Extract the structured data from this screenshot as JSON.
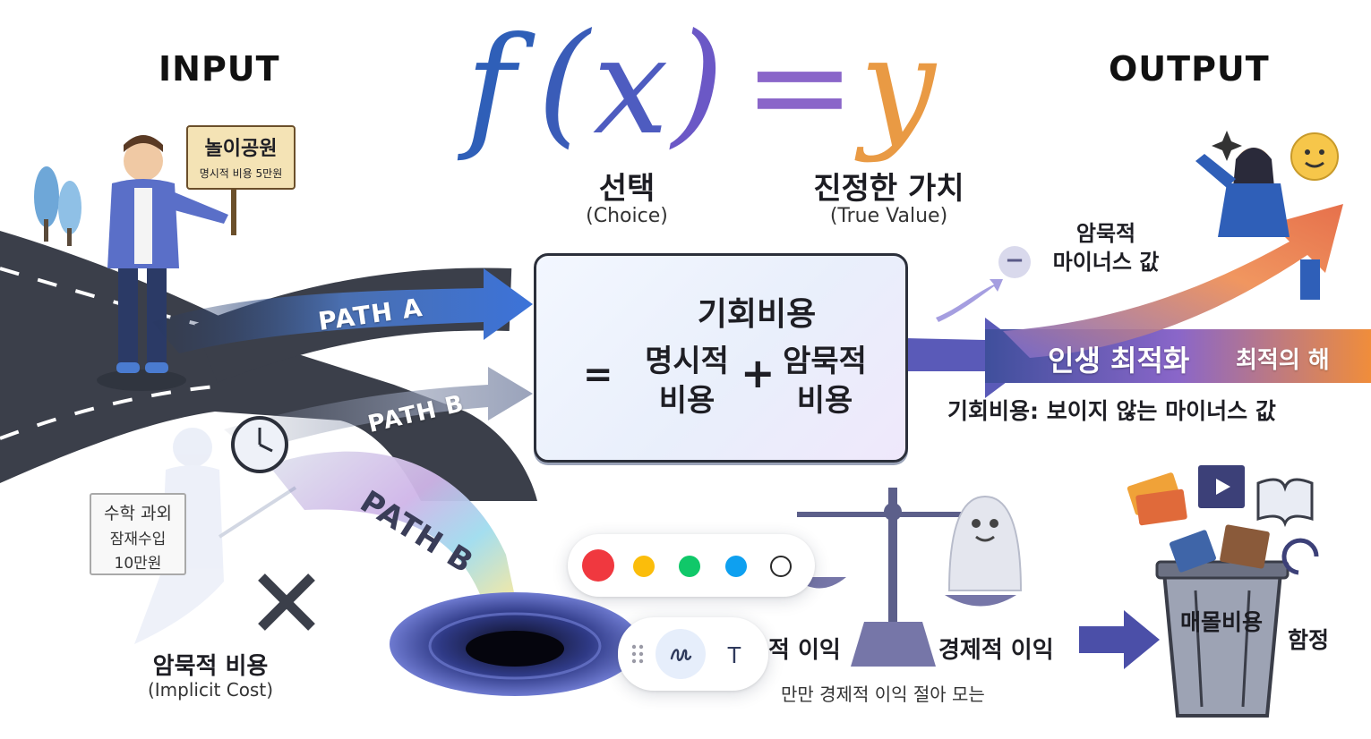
{
  "header": {
    "input": "INPUT",
    "output": "OUTPUT",
    "formula": {
      "f": "f",
      "lparen": "(",
      "x": "x",
      "rparen": ")",
      "eq": "=",
      "y": "y"
    },
    "choice_ko": "선택",
    "choice_en": "(Choice)",
    "value_ko": "진정한 가치",
    "value_en": "(True Value)"
  },
  "left": {
    "sign_title": "놀이공원",
    "sign_sub": "명시적 비용 5만원",
    "tutor_note": [
      "수학 과외",
      "잠재수입",
      "10만원"
    ],
    "implicit_ko": "암묵적 비용",
    "implicit_en": "(Implicit Cost)",
    "path_a": "PATH A",
    "path_b_upper": "PATH B",
    "path_b_lower": "PATH B"
  },
  "center": {
    "title": "기회비용",
    "equals": "=",
    "term1": [
      "명시적",
      "비용"
    ],
    "plus": "+",
    "term2": [
      "암묵적",
      "비용"
    ]
  },
  "right": {
    "minus_badge": "−",
    "minus_label": [
      "암묵적",
      "마이너스 값"
    ],
    "life_opt": "인생 최적화",
    "optimal": "최적의 해",
    "caption": "기회비용: 보이지 않는 마이너스 값"
  },
  "bottom": {
    "scale_left": "적 이익",
    "scale_right": "경제적 이익",
    "scale_caption": "만만 경제적 이익 절아 모는",
    "bin_label": "매몰비용",
    "trap_label": "함정"
  },
  "toolbar": {
    "colors": [
      "#f0383f",
      "#fbbd0b",
      "#10c869",
      "#0ea0f0",
      "#ffffff"
    ],
    "text_tool": "T"
  }
}
